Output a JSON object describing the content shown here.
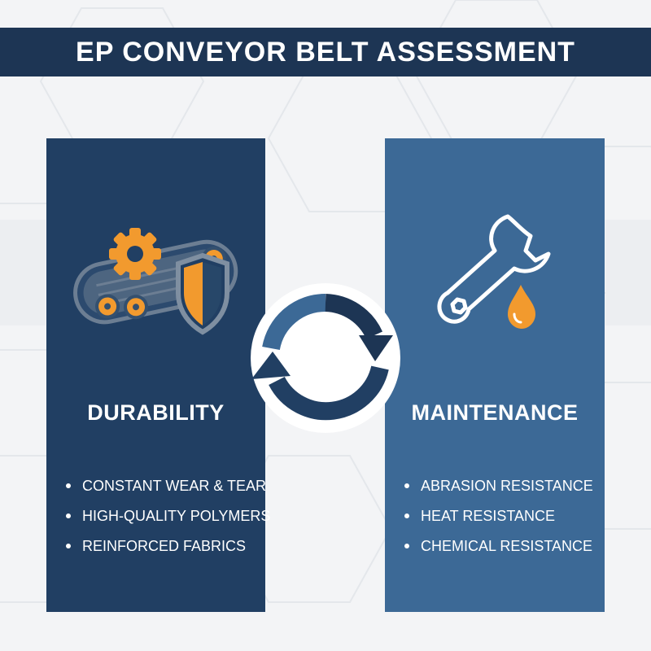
{
  "title": "EP CONVEYOR BELT ASSESSMENT",
  "colors": {
    "title_bar": "#1d3554",
    "left_panel": "#213f63",
    "right_panel": "#3c6996",
    "accent_orange": "#f29a2e",
    "icon_grey": "#5d6f84"
  },
  "left_panel": {
    "heading": "DURABILITY",
    "icon": "conveyor-gear-shield-icon",
    "items": [
      "CONSTANT WEAR & TEAR",
      "HIGH-QUALITY POLYMERS",
      "REINFORCED FABRICS"
    ]
  },
  "right_panel": {
    "heading": "MAINTENANCE",
    "icon": "wrench-oil-drop-icon",
    "items": [
      "ABRASION RESISTANCE",
      "HEAT RESISTANCE",
      "CHEMICAL RESISTANCE"
    ]
  },
  "center_icon": "cycle-arrows-icon"
}
